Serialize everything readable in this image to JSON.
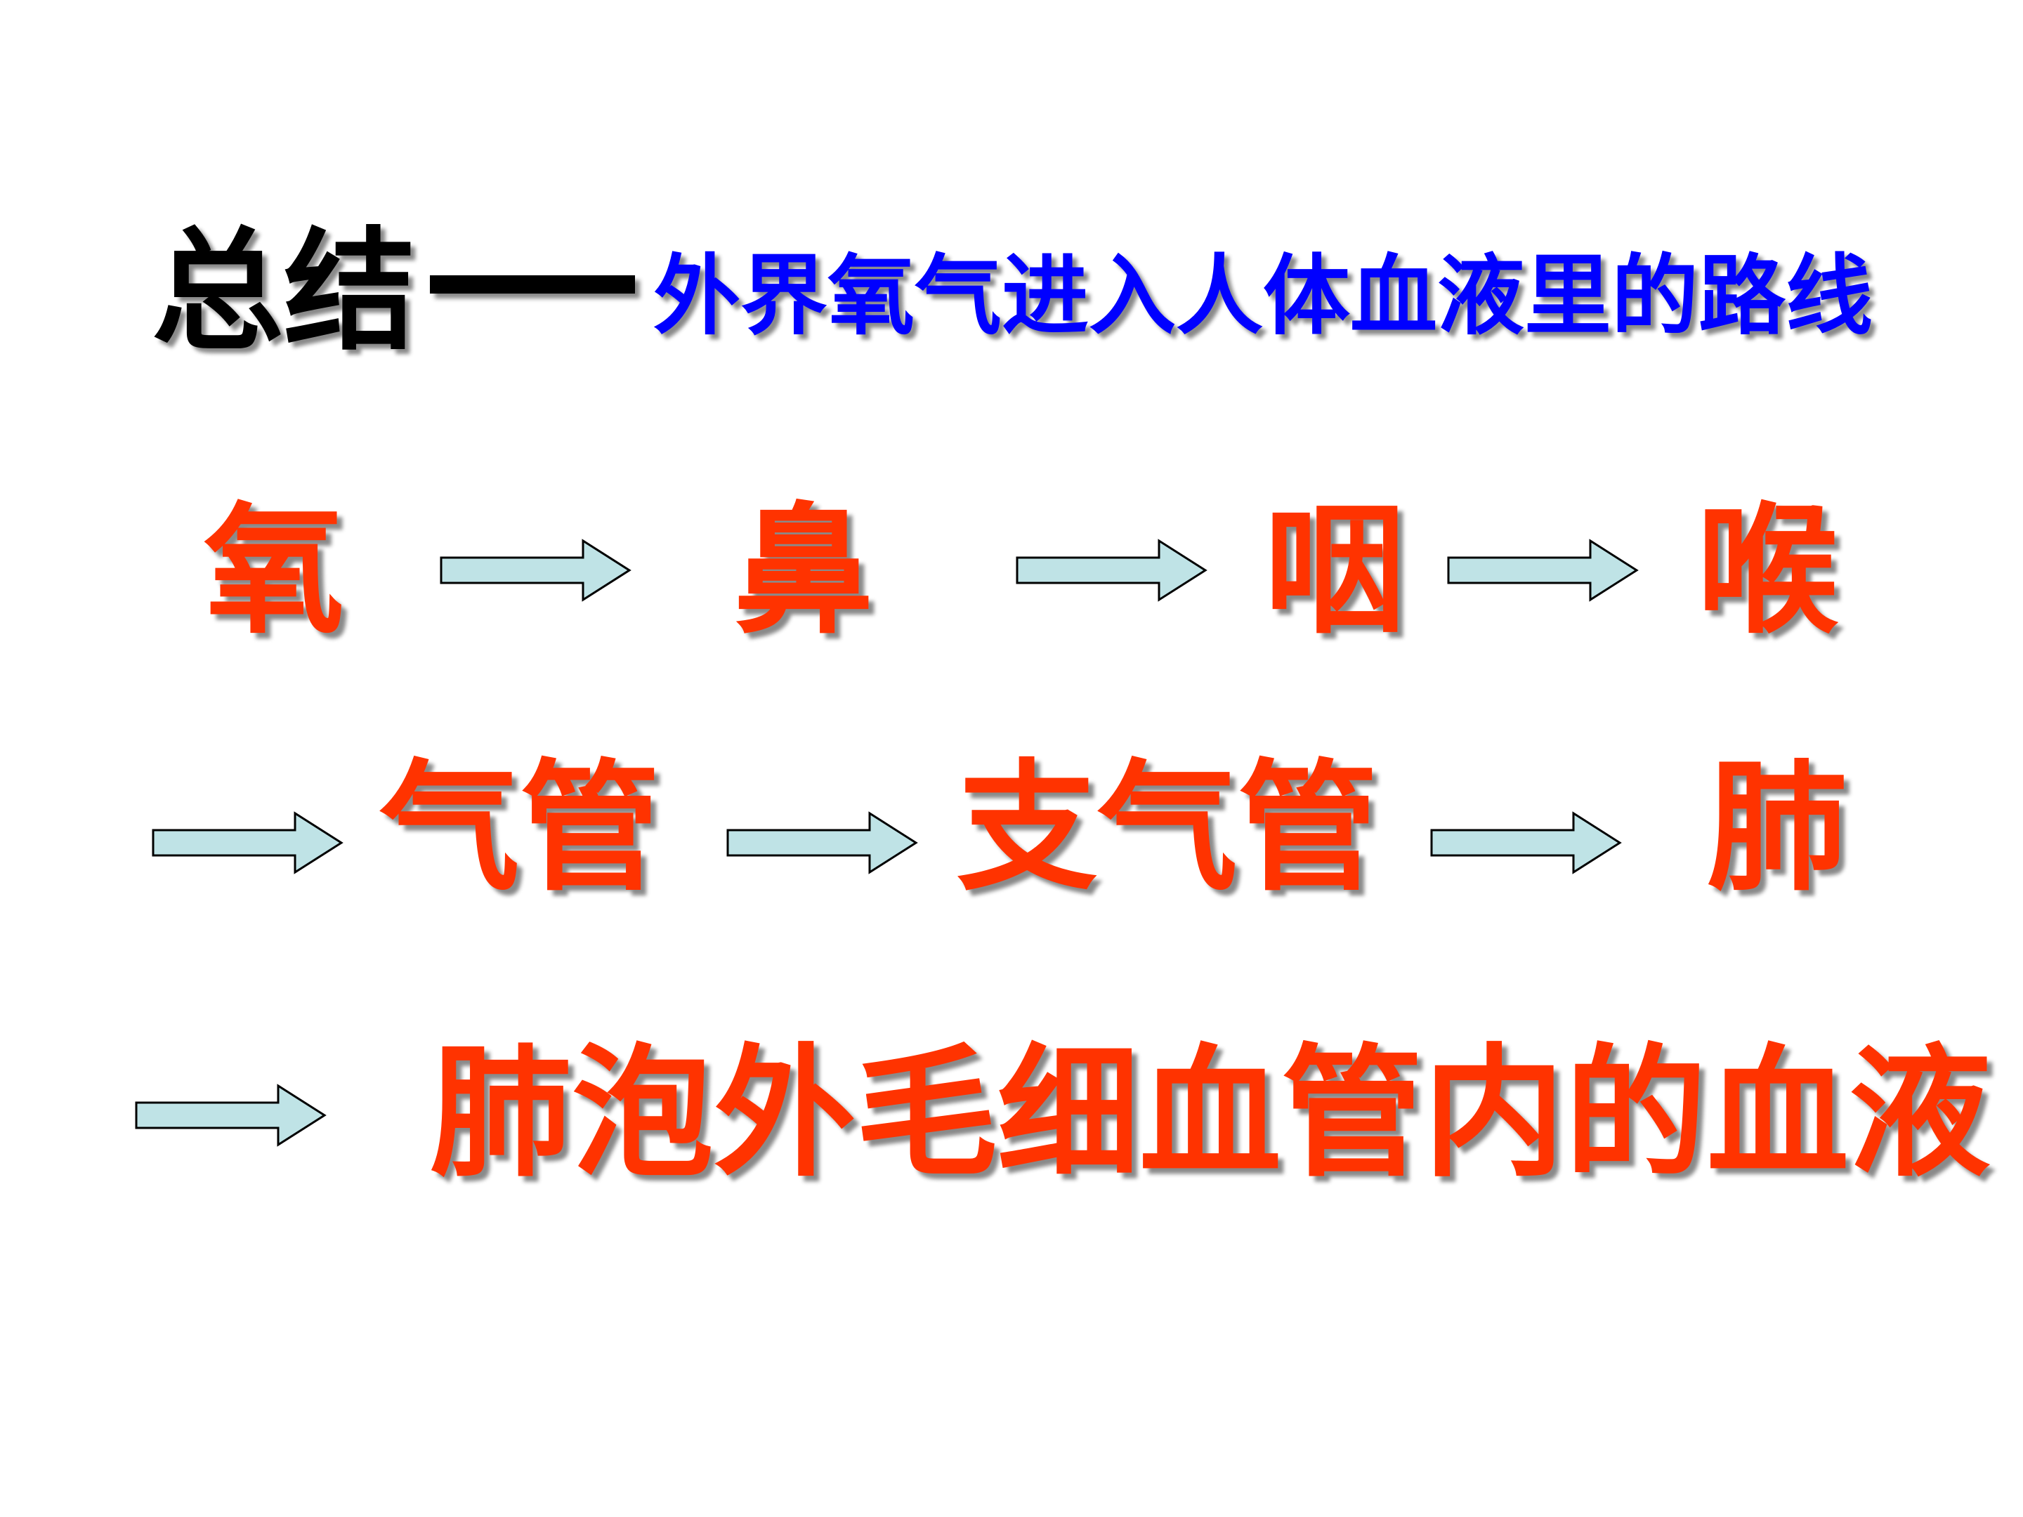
{
  "title": {
    "main": "总结",
    "subtitle": "外界氧气进入人体血液里的路线"
  },
  "pathway": {
    "row1": [
      "氧",
      "鼻",
      "咽",
      "喉"
    ],
    "row2": [
      "气管",
      "支气管",
      "肺"
    ],
    "row3": [
      "肺泡外毛细血管内的血液"
    ]
  },
  "colors": {
    "title": "#000000",
    "subtitle": "#0000ff",
    "terms": "#ff3300",
    "arrow_fill": "#bfe3e6",
    "arrow_stroke": "#000000"
  },
  "icons": {
    "connector": "right-arrow-icon"
  }
}
